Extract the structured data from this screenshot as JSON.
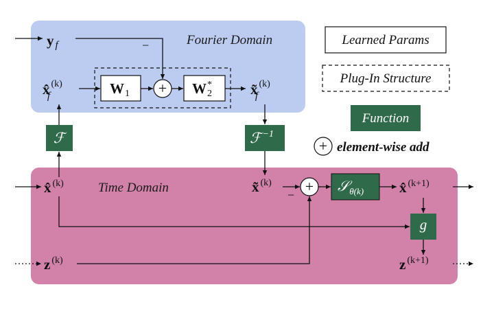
{
  "domains": {
    "fourier_title": "Fourier Domain",
    "time_title": "Time Domain"
  },
  "legend": {
    "learned_params": "Learned Params",
    "plugin_structure": "Plug-In Structure",
    "function": "Function",
    "elementwise_add": "element-wise add",
    "plus_symbol": "+"
  },
  "fourier": {
    "y_symbol": "y",
    "y_sub": "f",
    "xhat_symbol": "x̂",
    "xhat_sub": "f",
    "xhat_sup": "(k)",
    "w1": "W",
    "w1_sub": "1",
    "w2": "W",
    "w2_sub": "2",
    "w2_sup": "*",
    "plus": "+",
    "minus": "−",
    "xtilde_symbol": "x̃",
    "xtilde_sub": "f",
    "xtilde_sup": "(k)"
  },
  "transforms": {
    "forward": "ℱ",
    "inverse": "ℱ",
    "inverse_sup": "−1"
  },
  "time": {
    "xhat_symbol": "x̂",
    "xhat_sup": "(k)",
    "xtilde_symbol": "x̃",
    "xtilde_sup": "(k)",
    "minus": "−",
    "plus": "+",
    "s_symbol": "𝒮",
    "s_sub": "θ(k)",
    "xhat_next_symbol": "x̂",
    "xhat_next_sup": "(k+1)",
    "g_symbol": "g",
    "z_symbol": "z",
    "z_sup": "(k)",
    "z_next_symbol": "z",
    "z_next_sup": "(k+1)"
  },
  "colors": {
    "fourier_bg": "#bccbf0",
    "time_bg": "#d281a8",
    "function_box": "#2f6b4a"
  }
}
